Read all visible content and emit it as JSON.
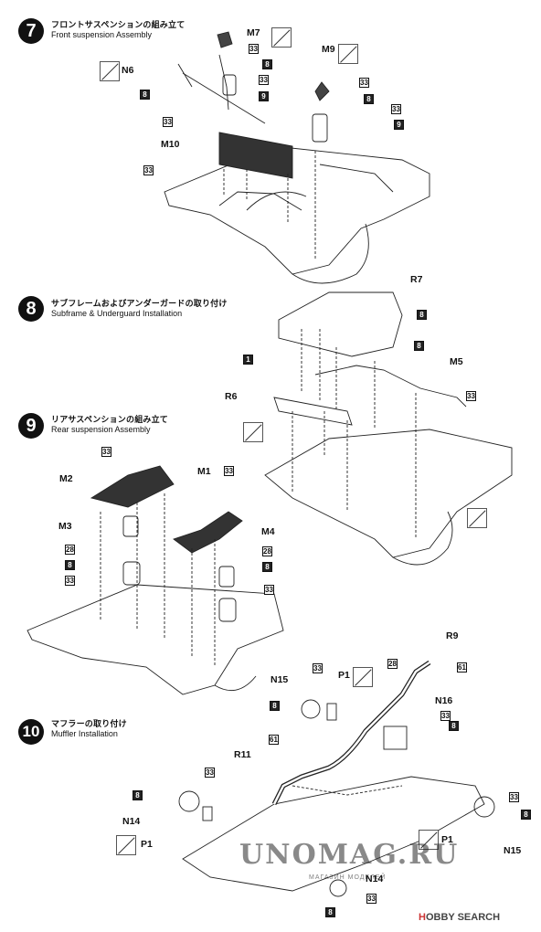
{
  "steps": {
    "s7": {
      "num": "7",
      "jp": "フロントサスペンションの組み立て",
      "en": "Front suspension Assembly"
    },
    "s8": {
      "num": "8",
      "jp": "サブフレームおよびアンダーガードの取り付け",
      "en": "Subframe & Underguard Installation"
    },
    "s9": {
      "num": "9",
      "jp": "リアサスペンションの組み立て",
      "en": "Rear suspension Assembly"
    },
    "s10": {
      "num": "10",
      "jp": "マフラーの取り付け",
      "en": "Muffler Installation"
    }
  },
  "parts": {
    "m7": "M7",
    "n6": "N6",
    "m9": "M9",
    "m10": "M10",
    "r7": "R7",
    "m5": "M5",
    "r6": "R6",
    "m2": "M2",
    "m1": "M1",
    "m3": "M3",
    "m4": "M4",
    "r9": "R9",
    "n15a": "N15",
    "p1a": "P1",
    "n16": "N16",
    "r11": "R11",
    "n14a": "N14",
    "p1b": "P1",
    "n15b": "N15",
    "p1c": "P1",
    "n14b": "N14"
  },
  "badges": {
    "b33": "33",
    "b8": "8",
    "b9": "9",
    "b1": "1",
    "b28": "28",
    "b61": "61"
  },
  "watermark": {
    "main": "UNOMAG.RU",
    "sub": "МАГАЗИН МОДЕЛЕЙ"
  },
  "credit": {
    "h": "H",
    "text": "OBBY SEARCH"
  }
}
